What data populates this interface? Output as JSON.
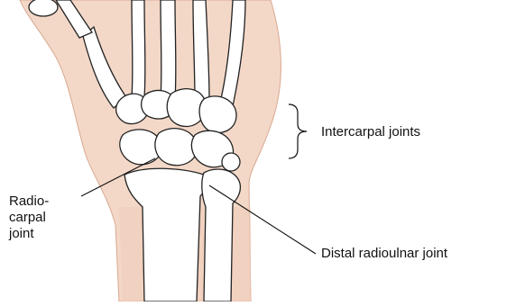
{
  "labels": {
    "intercarpal": "Intercarpal joints",
    "radiocarpal": [
      "Radio-",
      "carpal",
      "joint"
    ],
    "distal_radioulnar": "Distal radioulnar joint"
  },
  "colors": {
    "skin": "#f3d8c8",
    "skin_edge": "#d9a890",
    "bone": "#ffffff",
    "bone_outline": "#222222",
    "leader_line": "#111111"
  }
}
